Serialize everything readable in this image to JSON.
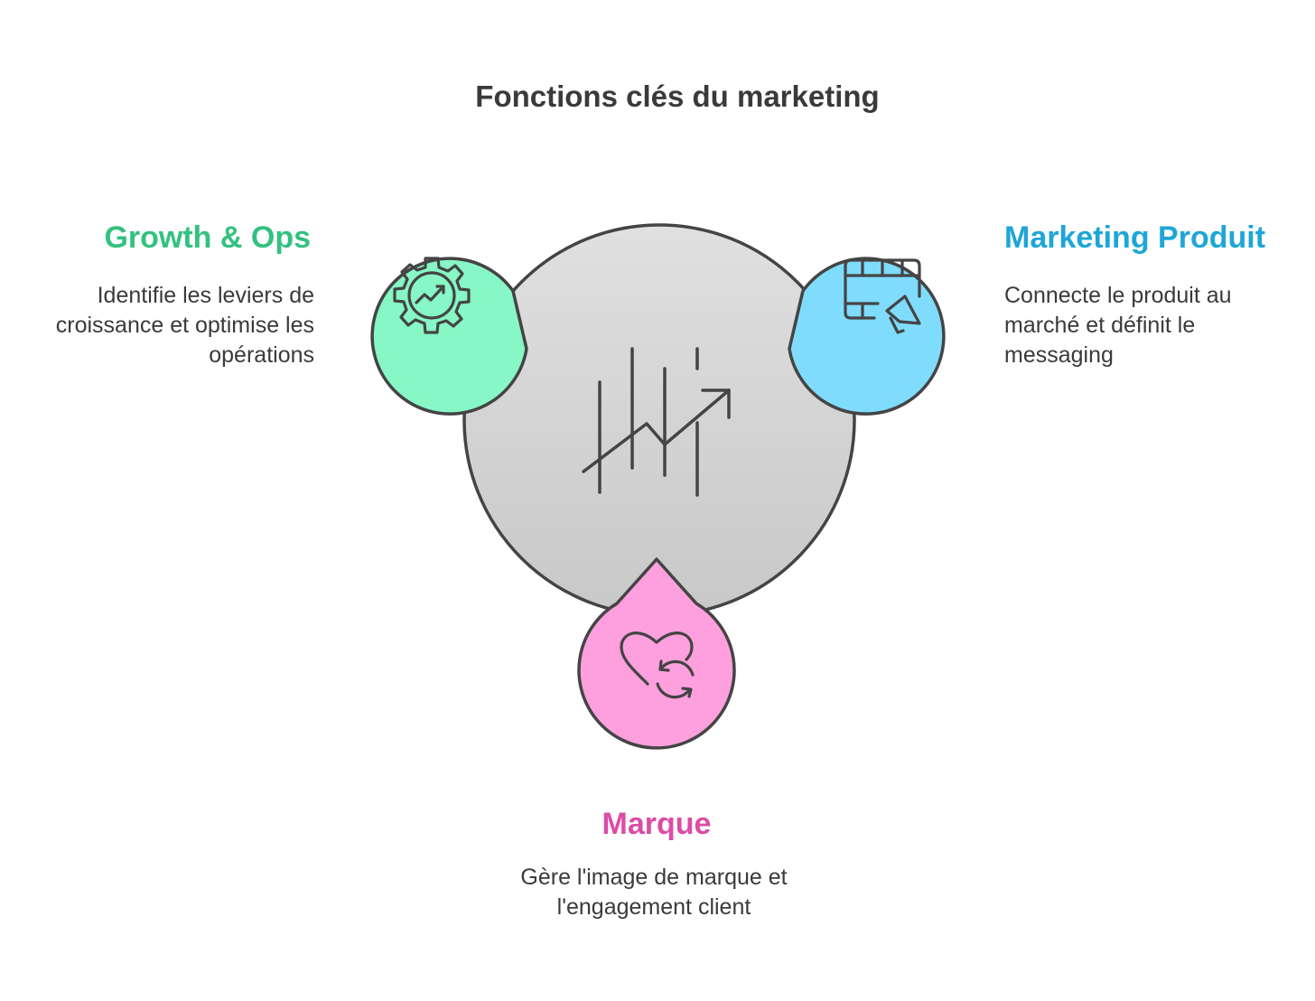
{
  "title": "Fonctions clés du marketing",
  "center": {
    "icon": "growth-chart-icon"
  },
  "items": [
    {
      "id": "growth-ops",
      "heading": "Growth & Ops",
      "description": "Identifie les leviers de croissance et optimise les opérations",
      "color": "#34c180",
      "fill": "#86f7c5",
      "icon": "gear-chart-icon"
    },
    {
      "id": "marketing-produit",
      "heading": "Marketing Produit",
      "description": "Connecte le produit au marché et définit le messaging",
      "color": "#1ea6d6",
      "fill": "#7fdcfc",
      "icon": "calendar-megaphone-icon"
    },
    {
      "id": "marque",
      "heading": "Marque",
      "description": "Gère l'image de marque et l'engagement client",
      "color": "#db4ca6",
      "fill": "#fea0dd",
      "icon": "heart-refresh-icon"
    }
  ]
}
